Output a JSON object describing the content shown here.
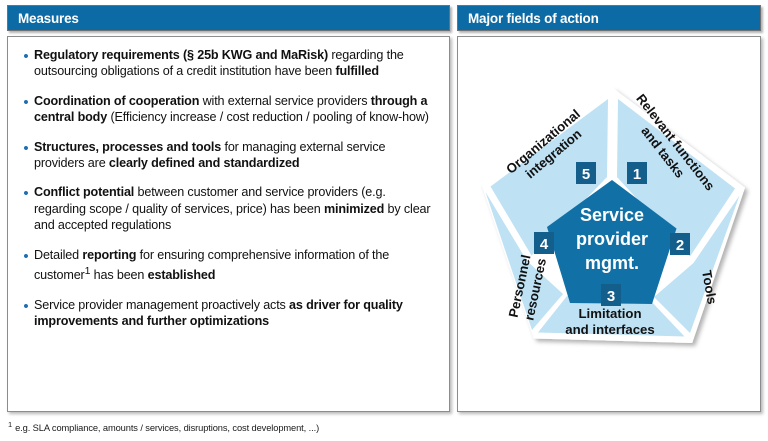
{
  "left_panel": {
    "header": "Measures",
    "bullets": [
      {
        "id": "regulatory-requirements",
        "html": "<b>Regulatory requirements (§ 25b KWG and MaRisk)</b> regarding the outsourcing obligations of a credit institution have been <b>fulfilled</b>"
      },
      {
        "id": "coordination-of-cooperation",
        "html": "<b>Coordination of cooperation</b> with external service providers <b>through a central body</b> (Efficiency increase / cost reduction / pooling of know-how)"
      },
      {
        "id": "structures-processes-tools",
        "html": "<b>Structures, processes and tools</b> for managing external service providers are <b>clearly defined and standardized</b>"
      },
      {
        "id": "conflict-potential",
        "html": "<b>Conflict potential</b> between customer and service providers (e.g. regarding scope / quality of services, price) has been <b>minimized</b> by clear and accepted regulations"
      },
      {
        "id": "detailed-reporting",
        "html": "Detailed <b>reporting</b> for ensuring comprehensive information of the customer<sup>1</sup> has been <b>established</b>"
      },
      {
        "id": "service-provider-management",
        "html": "Service provider management proactively acts <b>as driver for quality improvements and further optimizations</b>"
      }
    ],
    "bullet_marker": "•"
  },
  "right_panel": {
    "header": "Major fields of action",
    "diagram": {
      "center": {
        "line1": "Service",
        "line2": "provider",
        "line3": "mgmt."
      },
      "segments": [
        {
          "number": "1",
          "label_line1": "Relevant functions",
          "label_line2": "and tasks"
        },
        {
          "number": "2",
          "label_line1": "Tools",
          "label_line2": ""
        },
        {
          "number": "3",
          "label_line1": "Limitation",
          "label_line2": "and interfaces"
        },
        {
          "number": "4",
          "label_line1": "Personnel",
          "label_line2": "resources"
        },
        {
          "number": "5",
          "label_line1": "Organizational",
          "label_line2": "integration"
        }
      ]
    }
  },
  "footnote": {
    "marker": "1",
    "text": "e.g. SLA compliance, amounts / services, disruptions, cost development, ...)"
  },
  "colors": {
    "header_blue": "#0C6BA5",
    "segment_light_blue": "#BEE1F4",
    "center_blue": "#1170A6",
    "badge_blue": "#145E8C",
    "bullet_blue": "#1F6FB0",
    "border_gray": "#8a8c8e"
  }
}
